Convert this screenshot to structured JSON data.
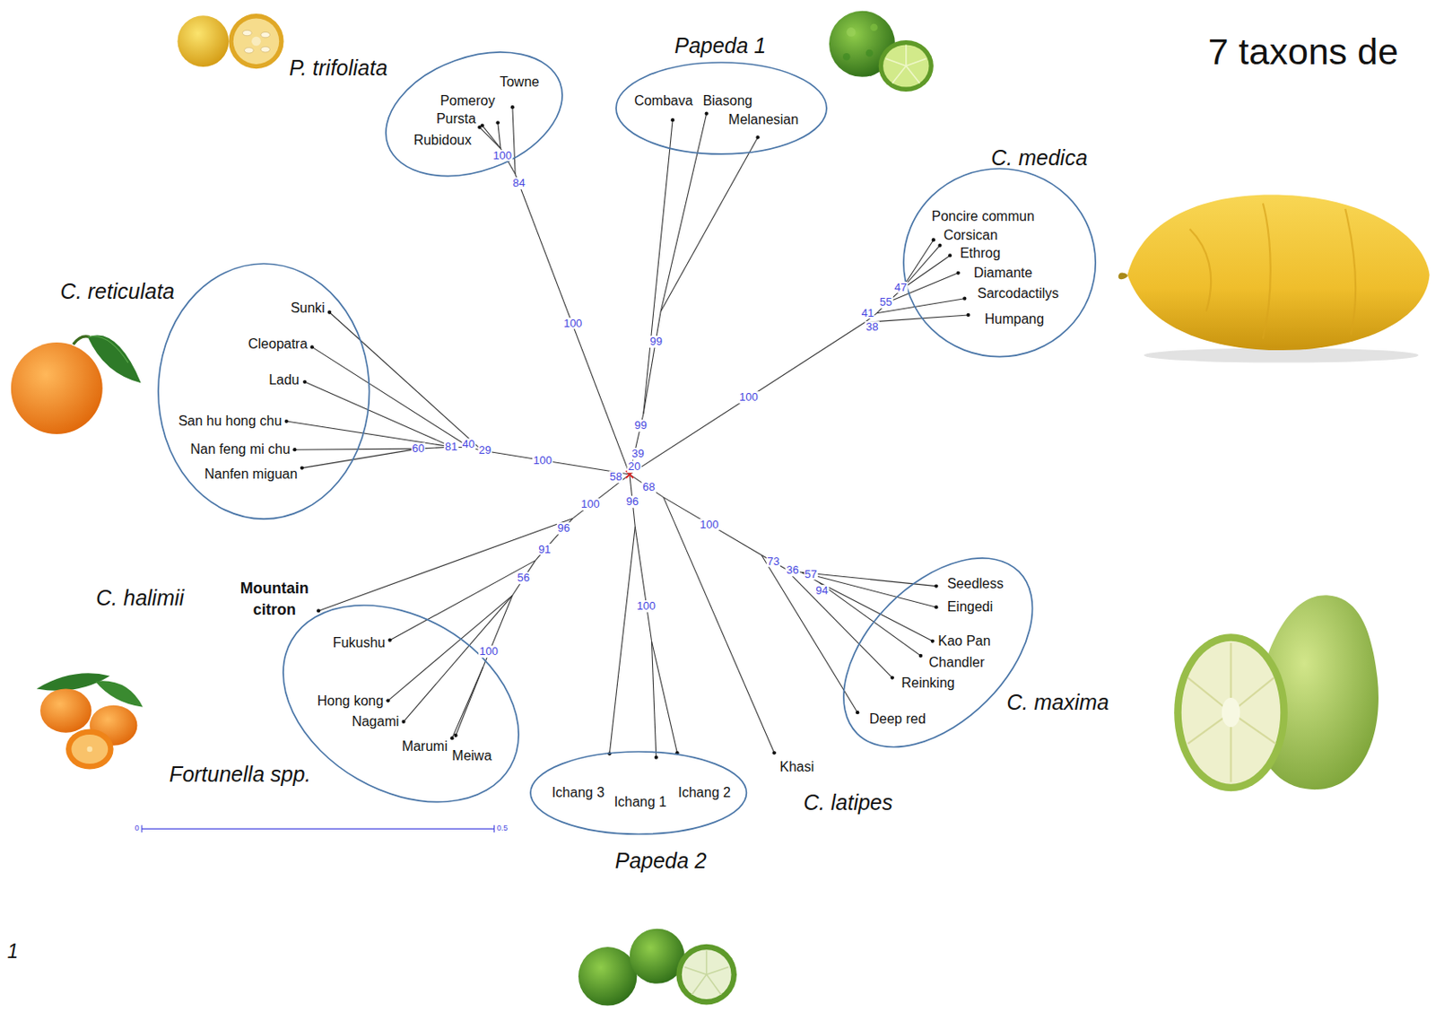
{
  "diagram": {
    "title": "7 taxons de",
    "nodes": [
      {
        "text": [
          "P. trifoliata",
          "Towne",
          "Pomeroy",
          "Pursta",
          "Rubidoux"
        ]
      },
      {
        "text": [
          "Papeda 1",
          "Combava",
          "Biasong",
          "Melanesian"
        ]
      },
      {
        "text": [
          "C. medica",
          "Poncire commun",
          "Corsican",
          "Ethrog",
          "Diamante",
          "Sarcodactilys",
          "Humpang"
        ]
      },
      {
        "text": [
          "C. reticulata",
          "Sunki",
          "Cleopatra",
          "Ladu",
          "San hu hong chu",
          "Nan feng mi chu",
          "Nanfen miguan"
        ]
      },
      {
        "text": [
          "Fortunella spp.",
          "Fukushu",
          "Hong kong",
          "Nagami",
          "Marumi",
          "Meiwa"
        ]
      },
      {
        "text": [
          "C. maxima",
          "Seedless",
          "Eingedi",
          "Kao Pan",
          "Chandler",
          "Reinking",
          "Deep red"
        ]
      },
      {
        "text": [
          "Papeda 2",
          "Ichang 3",
          "Ichang 1",
          "Ichang 2"
        ]
      }
    ],
    "labels": [
      "100",
      "84",
      "100",
      "99",
      "99",
      "100",
      "47",
      "55",
      "41",
      "38",
      "40",
      "29",
      "81",
      "60",
      "100",
      "58",
      "39",
      "20",
      "68",
      "100",
      "96",
      "91",
      "56",
      "100",
      "96",
      "100",
      "100",
      "73",
      "36",
      "57",
      "94",
      "C. halimii",
      "Mountain citron",
      "C. latipes",
      "Khasi",
      "0",
      "0.5",
      "1"
    ]
  }
}
